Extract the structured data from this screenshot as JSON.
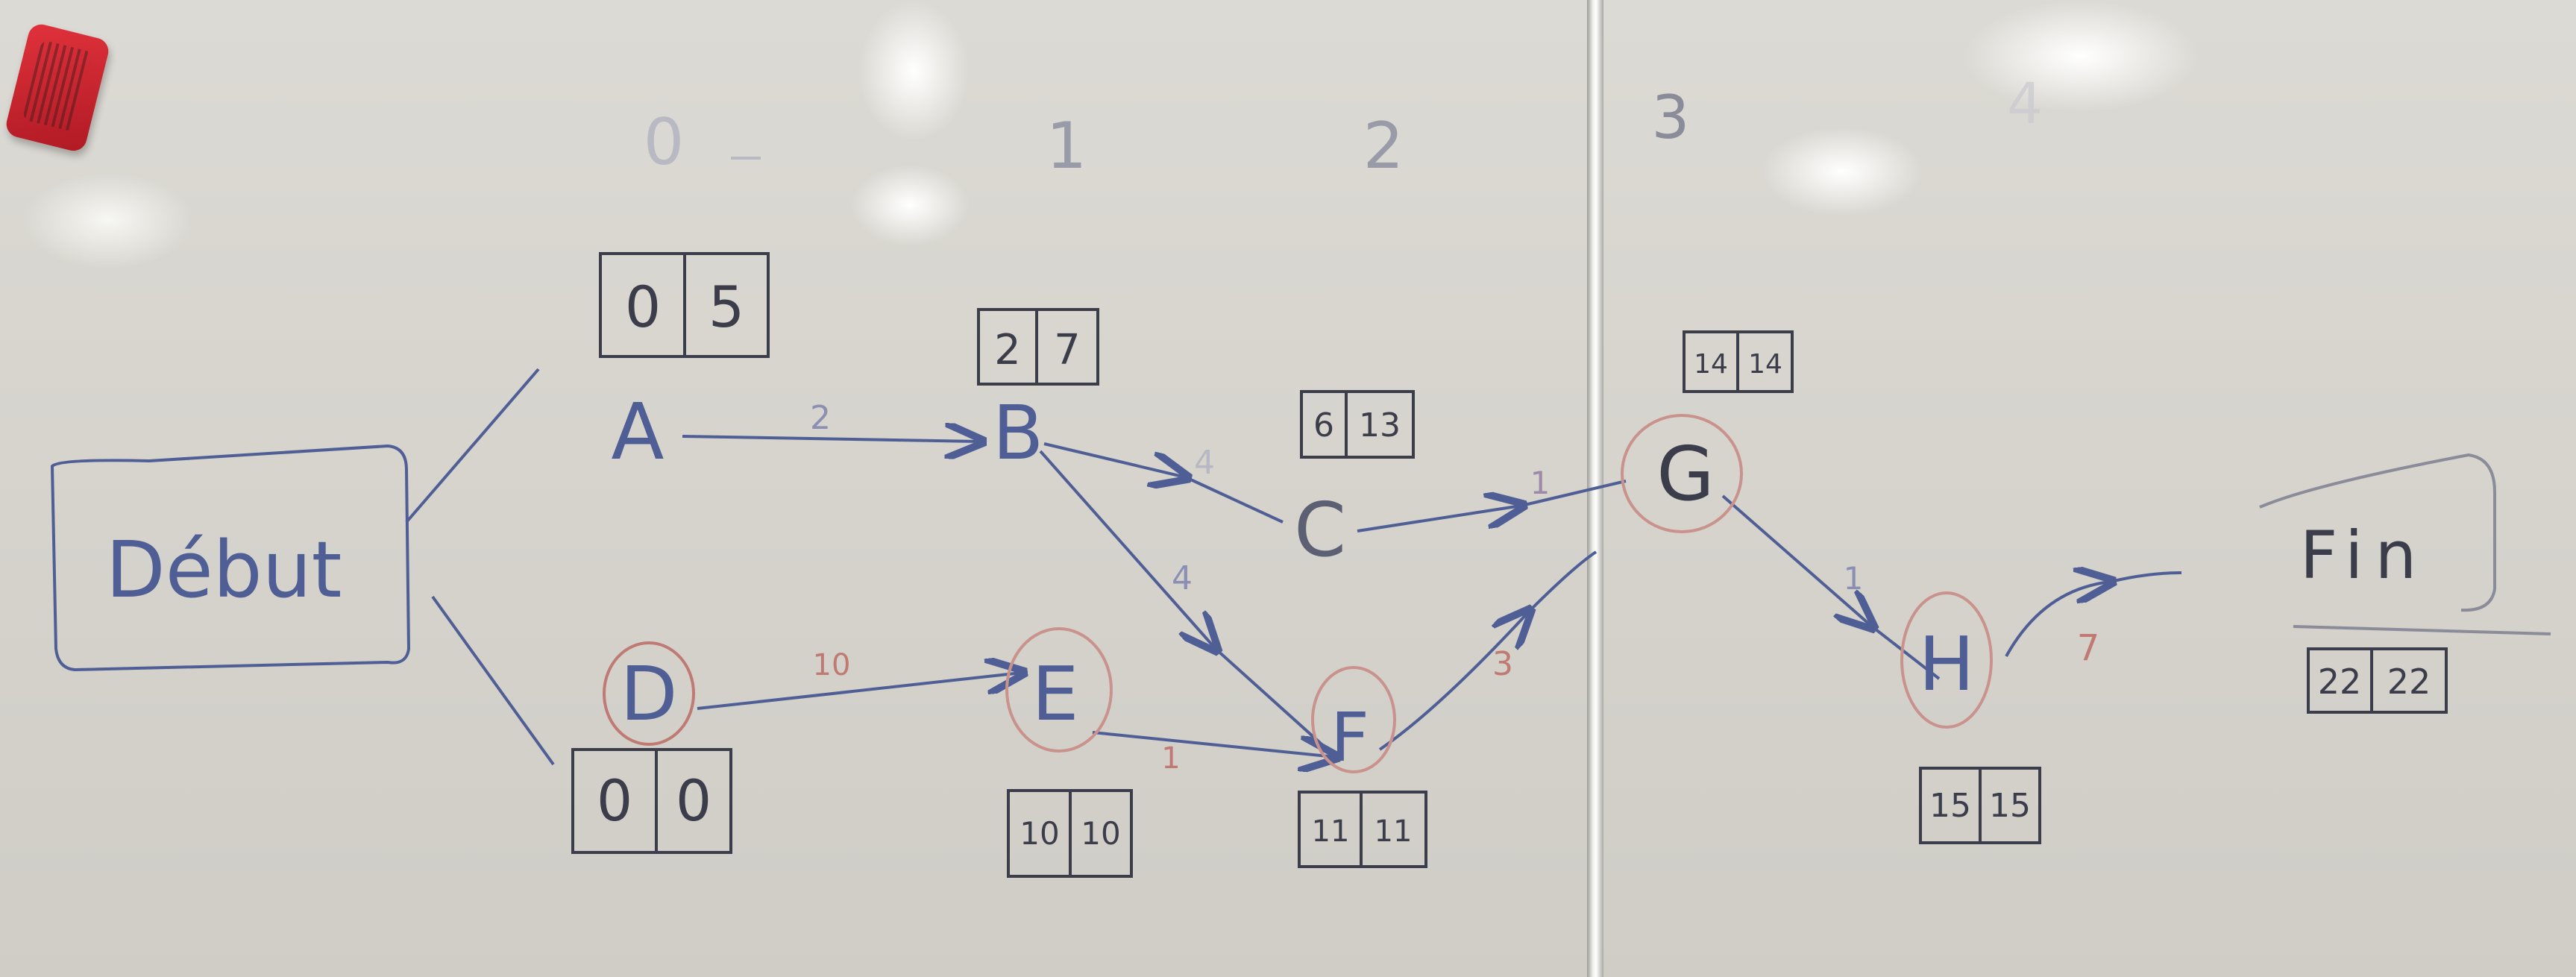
{
  "colors": {
    "board": "#d8d6d0",
    "marker_blue": "#4f5f96",
    "marker_red": "#c07a74",
    "marker_dark": "#3b3d4a",
    "marker_faint": "#8a8c99"
  },
  "columns": [
    "0",
    "1",
    "2",
    "3",
    "4"
  ],
  "start": {
    "label": "Début"
  },
  "end": {
    "label": "Fin",
    "es": "22",
    "ls": "22"
  },
  "nodes": {
    "A": {
      "label": "A",
      "es": "0",
      "ls": "5"
    },
    "B": {
      "label": "B",
      "es": "2",
      "ls": "7"
    },
    "C": {
      "label": "C",
      "es": "6",
      "ls": "13"
    },
    "D": {
      "label": "D",
      "es": "0",
      "ls": "0"
    },
    "E": {
      "label": "E",
      "es": "10",
      "ls": "10"
    },
    "F": {
      "label": "F",
      "es": "11",
      "ls": "11"
    },
    "G": {
      "label": "G",
      "es": "14",
      "ls": "14"
    },
    "H": {
      "label": "H",
      "es": "15",
      "ls": "15"
    }
  },
  "edges": {
    "A_B": "2",
    "B_C": "4",
    "B_F": "4",
    "C_G": "1",
    "D_E": "10",
    "E_F": "1",
    "F_G": "3",
    "G_H": "1",
    "H_Fin": "7"
  },
  "icons": {
    "eraser": "eraser-icon"
  }
}
